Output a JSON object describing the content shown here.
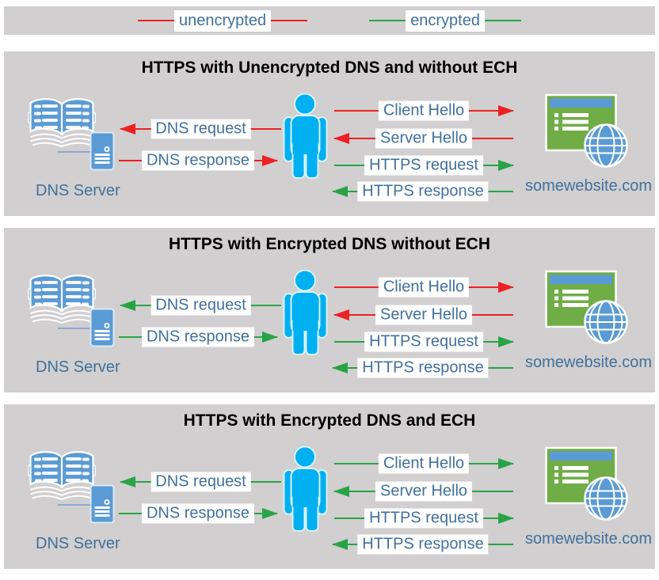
{
  "legend": {
    "items": [
      {
        "label": "unencrypted",
        "color": "#ed2024"
      },
      {
        "label": "encrypted",
        "color": "#28a447"
      }
    ]
  },
  "colors": {
    "unencrypted": "#ed2024",
    "encrypted": "#28a447",
    "panel_background": "#d1cfcf",
    "icon_blue": "#5b9bd5",
    "person_blue": "#00b0f0",
    "website_green": "#70ad47",
    "label_text_blue": "#41719c"
  },
  "panels": [
    {
      "title": "HTTPS with Unencrypted DNS and without ECH",
      "dns_server_label": "DNS Server",
      "website_label": "somewebsite.com",
      "arrows": {
        "dns_request": {
          "label": "DNS request",
          "encryption": "unencrypted",
          "color": "#ed2024"
        },
        "dns_response": {
          "label": "DNS response",
          "encryption": "unencrypted",
          "color": "#ed2024"
        },
        "client_hello": {
          "label": "Client Hello",
          "encryption": "unencrypted",
          "color": "#ed2024"
        },
        "server_hello": {
          "label": "Server Hello",
          "encryption": "unencrypted",
          "color": "#ed2024"
        },
        "https_request": {
          "label": "HTTPS request",
          "encryption": "encrypted",
          "color": "#28a447"
        },
        "https_response": {
          "label": "HTTPS response",
          "encryption": "encrypted",
          "color": "#28a447"
        }
      }
    },
    {
      "title": "HTTPS with Encrypted DNS without ECH",
      "dns_server_label": "DNS Server",
      "website_label": "somewebsite.com",
      "arrows": {
        "dns_request": {
          "label": "DNS request",
          "encryption": "encrypted",
          "color": "#28a447"
        },
        "dns_response": {
          "label": "DNS response",
          "encryption": "encrypted",
          "color": "#28a447"
        },
        "client_hello": {
          "label": "Client Hello",
          "encryption": "unencrypted",
          "color": "#ed2024"
        },
        "server_hello": {
          "label": "Server Hello",
          "encryption": "unencrypted",
          "color": "#ed2024"
        },
        "https_request": {
          "label": "HTTPS request",
          "encryption": "encrypted",
          "color": "#28a447"
        },
        "https_response": {
          "label": "HTTPS response",
          "encryption": "encrypted",
          "color": "#28a447"
        }
      }
    },
    {
      "title": "HTTPS with Encrypted DNS and ECH",
      "dns_server_label": "DNS Server",
      "website_label": "somewebsite.com",
      "arrows": {
        "dns_request": {
          "label": "DNS request",
          "encryption": "encrypted",
          "color": "#28a447"
        },
        "dns_response": {
          "label": "DNS response",
          "encryption": "encrypted",
          "color": "#28a447"
        },
        "client_hello": {
          "label": "Client Hello",
          "encryption": "encrypted",
          "color": "#28a447"
        },
        "server_hello": {
          "label": "Server Hello",
          "encryption": "encrypted",
          "color": "#28a447"
        },
        "https_request": {
          "label": "HTTPS request",
          "encryption": "encrypted",
          "color": "#28a447"
        },
        "https_response": {
          "label": "HTTPS response",
          "encryption": "encrypted",
          "color": "#28a447"
        }
      }
    }
  ]
}
